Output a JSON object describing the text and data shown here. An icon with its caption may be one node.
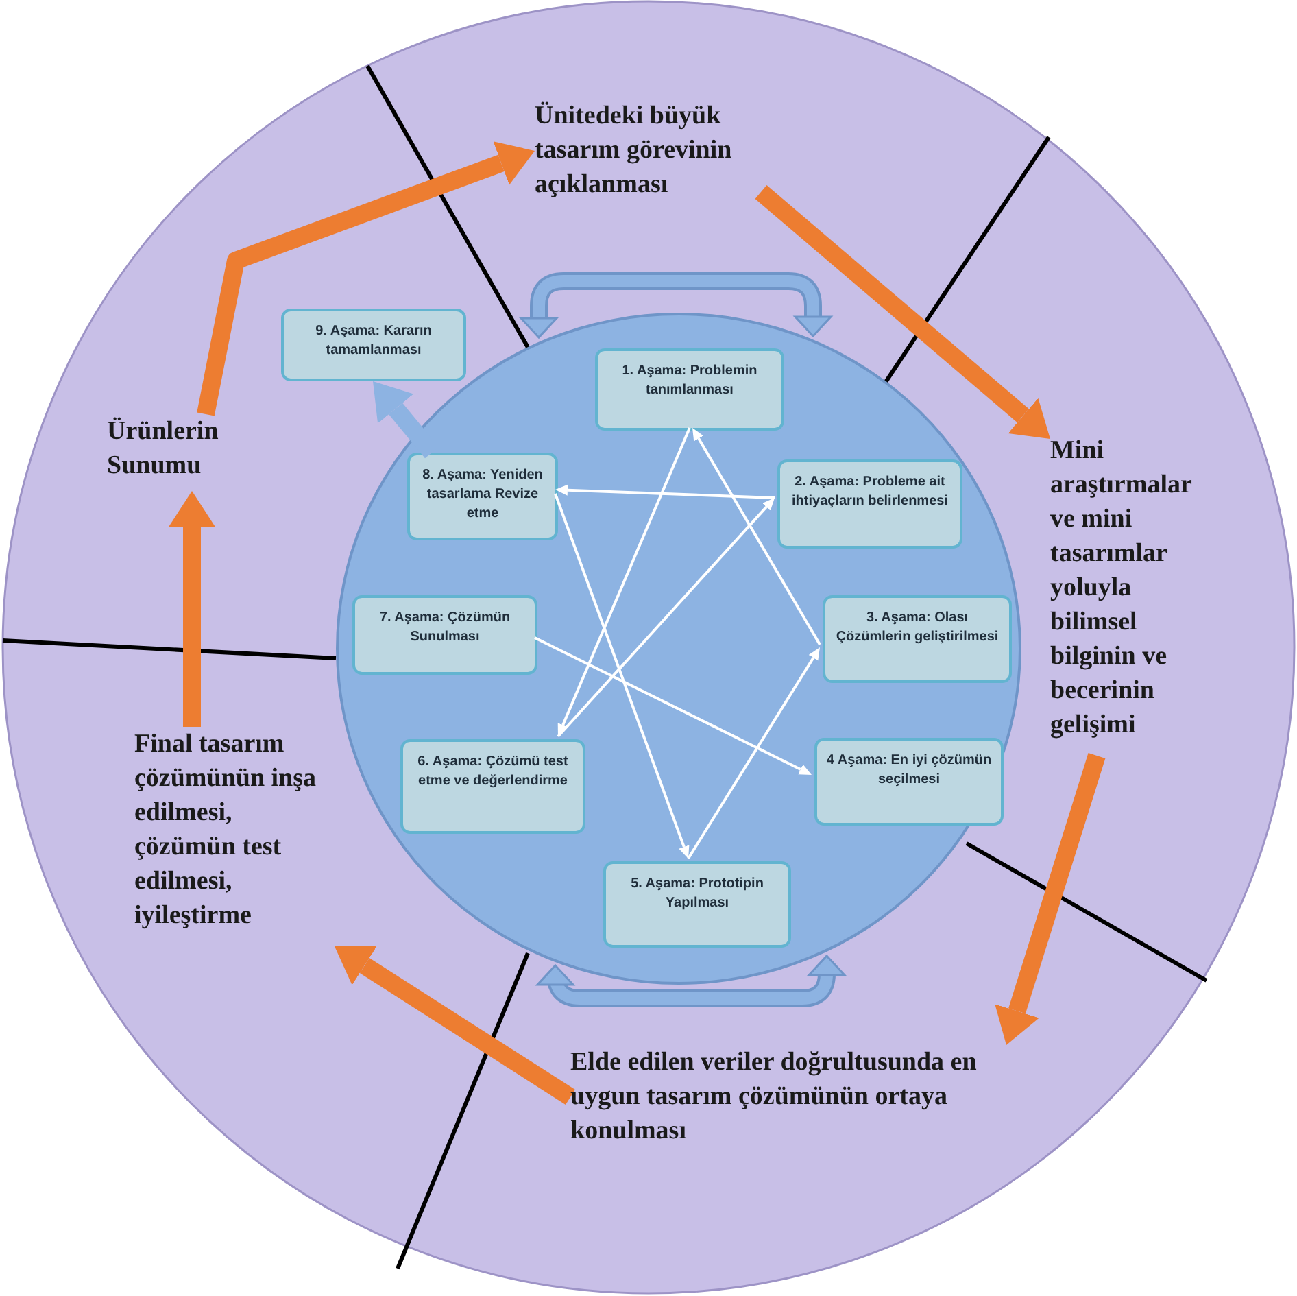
{
  "diagram": {
    "nodes": [
      {
        "text": [
          "Ünitedeki büyük tasarım görevinin açıklanması"
        ]
      },
      {
        "text": [
          "Ürünlerin Sunumu"
        ]
      },
      {
        "text": [
          "Mini araştırmalar ve mini tasarımlar yoluyla bilimsel bilginin ve becerinin gelişimi"
        ]
      },
      {
        "text": [
          "Final tasarım çözümünün inşa edilmesi, çözümün test edilmesi, iyileştirme"
        ]
      },
      {
        "text": [
          "Elde edilen veriler doğrultusunda en uygun tasarım çözümünün ortaya konulması"
        ]
      },
      {
        "text": [],
        "shape": "circle"
      },
      {
        "text": [
          "9. Aşama: Kararın tamamlanması"
        ]
      },
      {
        "text": [
          "1. Aşama: Problemin tanımlanması"
        ],
        "in": 5
      },
      {
        "text": [
          "8. Aşama: Yeniden tasarlama Revize etme"
        ],
        "in": 5
      },
      {
        "text": [
          "2. Aşama: Probleme ait ihtiyaçların belirlenmesi"
        ],
        "in": 5
      },
      {
        "text": [
          "7. Aşama: Çözümün Sunulması"
        ],
        "in": 5
      },
      {
        "text": [
          "3. Aşama: Olası Çözümlerin geliştirilmesi"
        ],
        "in": 5
      },
      {
        "text": [
          "6. Aşama: Çözümü test etme ve değerlendirme"
        ],
        "in": 5
      },
      {
        "text": [
          "4 Aşama: En iyi çözümün seçilmesi"
        ],
        "in": 5
      },
      {
        "text": [
          "5. Aşama: Prototipin Yapılması"
        ],
        "in": 5
      }
    ],
    "edges": [
      {
        "from": 7,
        "to": 12,
        "arrow": "to"
      },
      {
        "from": 12,
        "to": 9,
        "arrow": "to"
      },
      {
        "from": 9,
        "to": 8,
        "arrow": "to"
      },
      {
        "from": 8,
        "to": 14,
        "arrow": "to"
      },
      {
        "from": 14,
        "to": 11,
        "arrow": "to"
      },
      {
        "from": 11,
        "to": 7,
        "arrow": "to"
      },
      {
        "from": 10,
        "to": 13,
        "arrow": "to"
      },
      {
        "from": 8,
        "to": 6,
        "arrow": "to",
        "style": "thick",
        "color": "#8db3e2"
      },
      {
        "from": 0,
        "to": 2,
        "arrow": "to",
        "style": "thick",
        "color": "#ed7d31"
      },
      {
        "from": 2,
        "to": 4,
        "arrow": "to",
        "style": "thick",
        "color": "#ed7d31"
      },
      {
        "from": 4,
        "to": 3,
        "arrow": "to",
        "style": "thick",
        "color": "#ed7d31"
      },
      {
        "from": 3,
        "to": 1,
        "arrow": "to",
        "style": "thick",
        "color": "#ed7d31"
      },
      {
        "from": 1,
        "to": 0,
        "arrow": "to",
        "style": "thick",
        "color": "#ed7d31"
      }
    ]
  }
}
